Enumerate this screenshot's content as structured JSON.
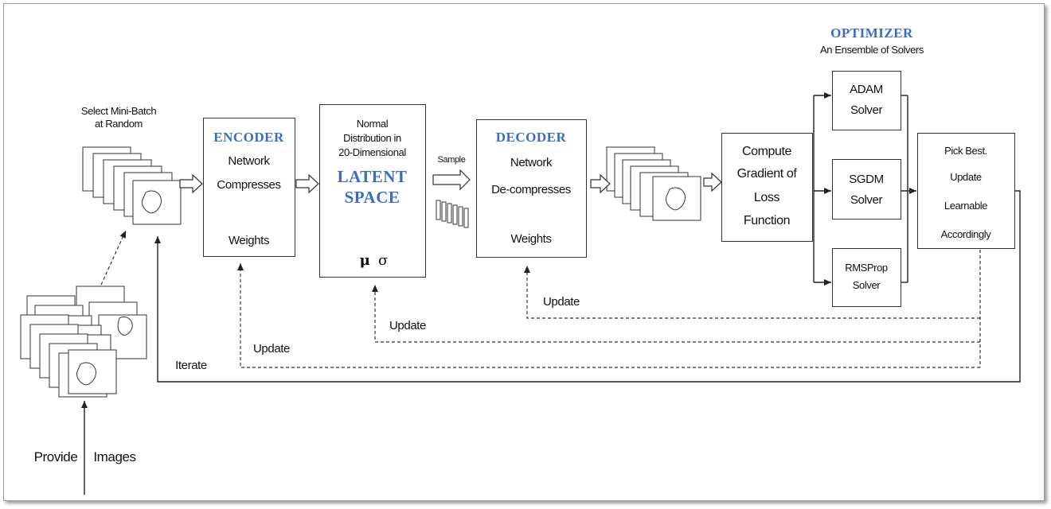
{
  "inputs": {
    "select_minibatch": "Select Mini-Batch\nat Random",
    "provide": "Provide",
    "images": "Images"
  },
  "encoder": {
    "title": "ENCODER",
    "line1": "Network",
    "line2": "Compresses",
    "weights": "Weights"
  },
  "latent": {
    "line1": "Normal",
    "line2": "Distribution in",
    "line3": "20-Dimensional",
    "title1": "LATENT",
    "title2": "SPACE",
    "mu": "μ",
    "sigma": "σ"
  },
  "sample_label": "Sample",
  "decoder": {
    "title": "DECODER",
    "line1": "Network",
    "line2": "De-compresses",
    "weights": "Weights"
  },
  "gradient": {
    "line1": "Compute",
    "line2": "Gradient of",
    "line3": "Loss",
    "line4": "Function"
  },
  "optimizer": {
    "title": "OPTIMIZER",
    "subtitle": "An Ensemble of Solvers"
  },
  "solvers": [
    {
      "name": "ADAM",
      "word": "Solver"
    },
    {
      "name": "SGDM",
      "word": "Solver"
    },
    {
      "name": "RMSProp",
      "word": "Solver"
    }
  ],
  "pick": {
    "line1": "Pick Best.",
    "line2": "Update",
    "line3": "Learnable",
    "line4": "Accordingly"
  },
  "loop_labels": {
    "update_decoder": "Update",
    "update_latent": "Update",
    "update_encoder": "Update",
    "iterate": "Iterate"
  }
}
